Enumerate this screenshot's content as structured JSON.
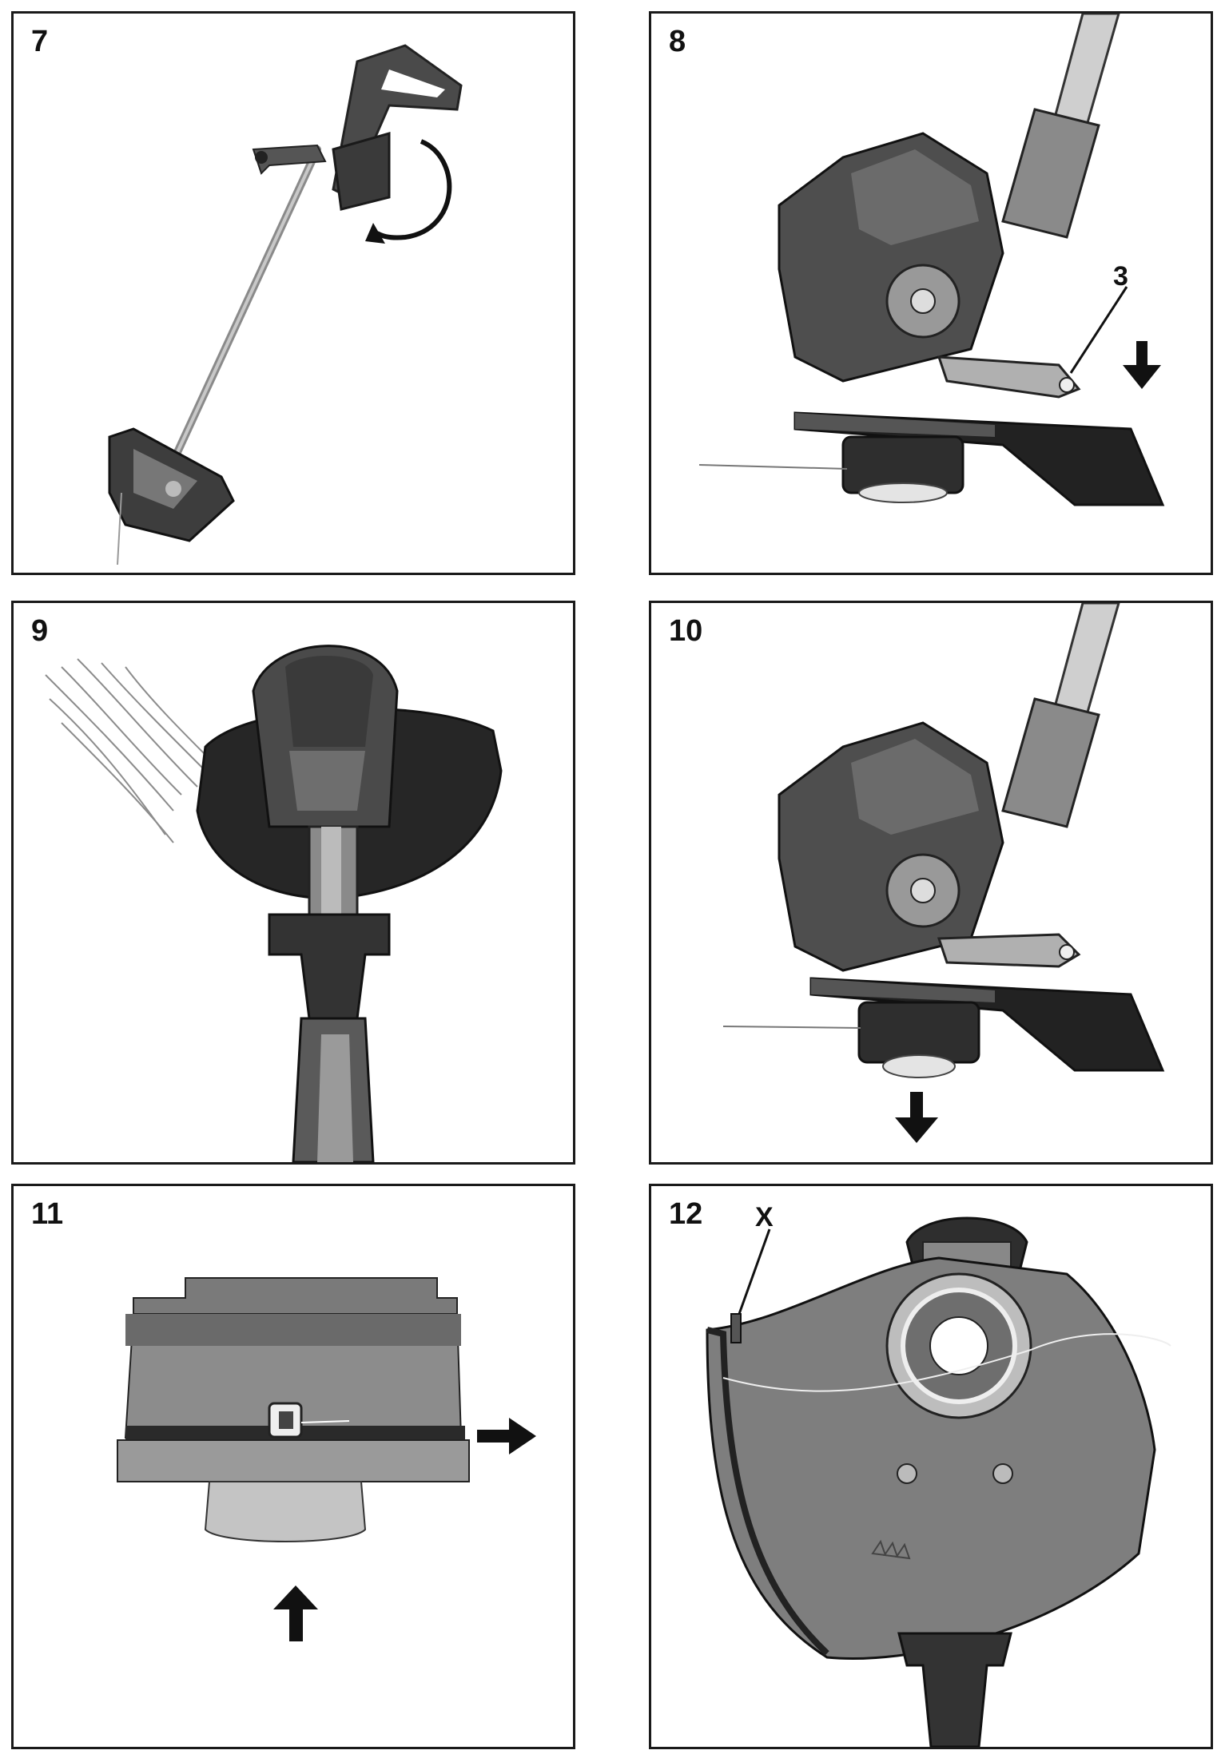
{
  "panels": [
    {
      "number": "7"
    },
    {
      "number": "8",
      "callout": "3"
    },
    {
      "number": "9"
    },
    {
      "number": "10"
    },
    {
      "number": "11"
    },
    {
      "number": "12",
      "callout": "X"
    }
  ],
  "colors": {
    "ink": "#111111",
    "dark_gray": "#3a3a3a",
    "mid_gray": "#6e6e6e",
    "light_gray": "#a9a9a9",
    "pale_gray": "#d2d2d2"
  },
  "icons": [
    "rotate-arrow-icon",
    "down-arrow-icon",
    "right-arrow-icon",
    "up-arrow-icon"
  ]
}
